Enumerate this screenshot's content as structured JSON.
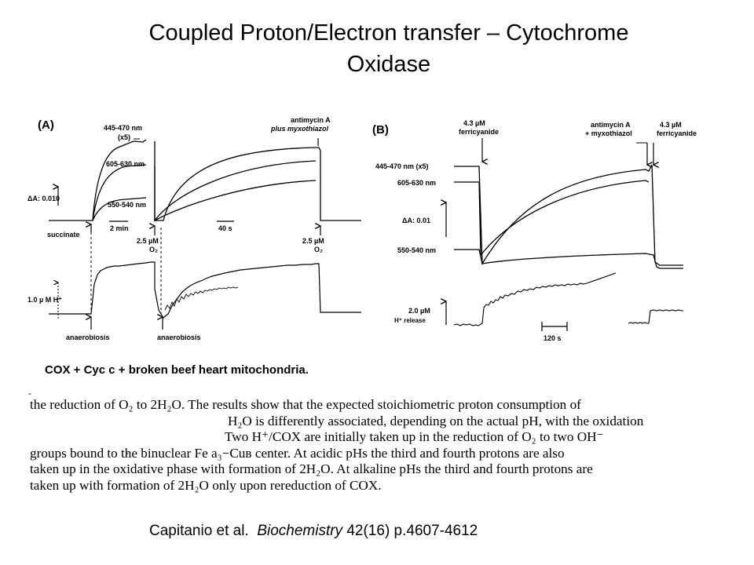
{
  "slide": {
    "title_line1": "Coupled Proton/Electron transfer – Cytochrome",
    "title_line2": "Oxidase"
  },
  "panel_a": {
    "label": "(A)",
    "trace_445": "445-470 nm",
    "trace_445_scale": "(x5)",
    "trace_605": "605-630 nm",
    "trace_550": "550-540 nm",
    "scale_absorbance": "ΔA: 0.010",
    "scale_proton": "1.0 µ M H⁺",
    "antimycin_line1": "antimycin A",
    "antimycin_line2": "plus myxothiazol",
    "succinate": "succinate",
    "time_scale_1": "2 min",
    "time_scale_2": "40 s",
    "o2_first_line1": "2.5 µM",
    "o2_first_line2": "O₂",
    "o2_second_line1": "2.5 µM",
    "o2_second_line2": "O₂",
    "anaerobiosis_1": "anaerobiosis",
    "anaerobiosis_2": "anaerobiosis"
  },
  "panel_b": {
    "label": "(B)",
    "ferricyanide_first_line1": "4.3 µM",
    "ferricyanide_first_line2": "ferricyanide",
    "antimycin_line1": "antimycin A",
    "antimycin_line2": "+ myxothiazol",
    "ferricyanide_second_line1": "4.3 µM",
    "ferricyanide_second_line2": "ferricyanide",
    "trace_445": "445-470 nm (x5)",
    "trace_605": "605-630 nm",
    "trace_550": "550-540 nm",
    "scale_absorbance": "ΔA: 0.01",
    "scale_proton_line1": "2.0 µM",
    "scale_proton_line2": "H⁺ release",
    "time_scale": "120 s"
  },
  "caption": "COX + Cyc c + broken beef heart mitochondria.",
  "excerpt_lines": [
    "the reduction of O₂ to 2H₂O. The results show that the expected stoichiometric proton consumption of",
    "H₂O is differently associated, depending on the actual pH, with the oxidation",
    "Two H⁺/COX are initially taken up in the reduction of O₂ to two OH⁻",
    "groups bound to the binuclear Fe a₃−Cuʙ center. At acidic pHs the third and fourth protons are also",
    "taken up in the oxidative phase with formation of 2H₂O. At alkaline pHs the third and fourth protons are",
    "taken up with formation of 2H₂O only upon rereduction of COX."
  ],
  "citation": {
    "authors": "Capitanio et al.",
    "journal": "Biochemistry",
    "details": "42(16) p.4607-4612"
  }
}
